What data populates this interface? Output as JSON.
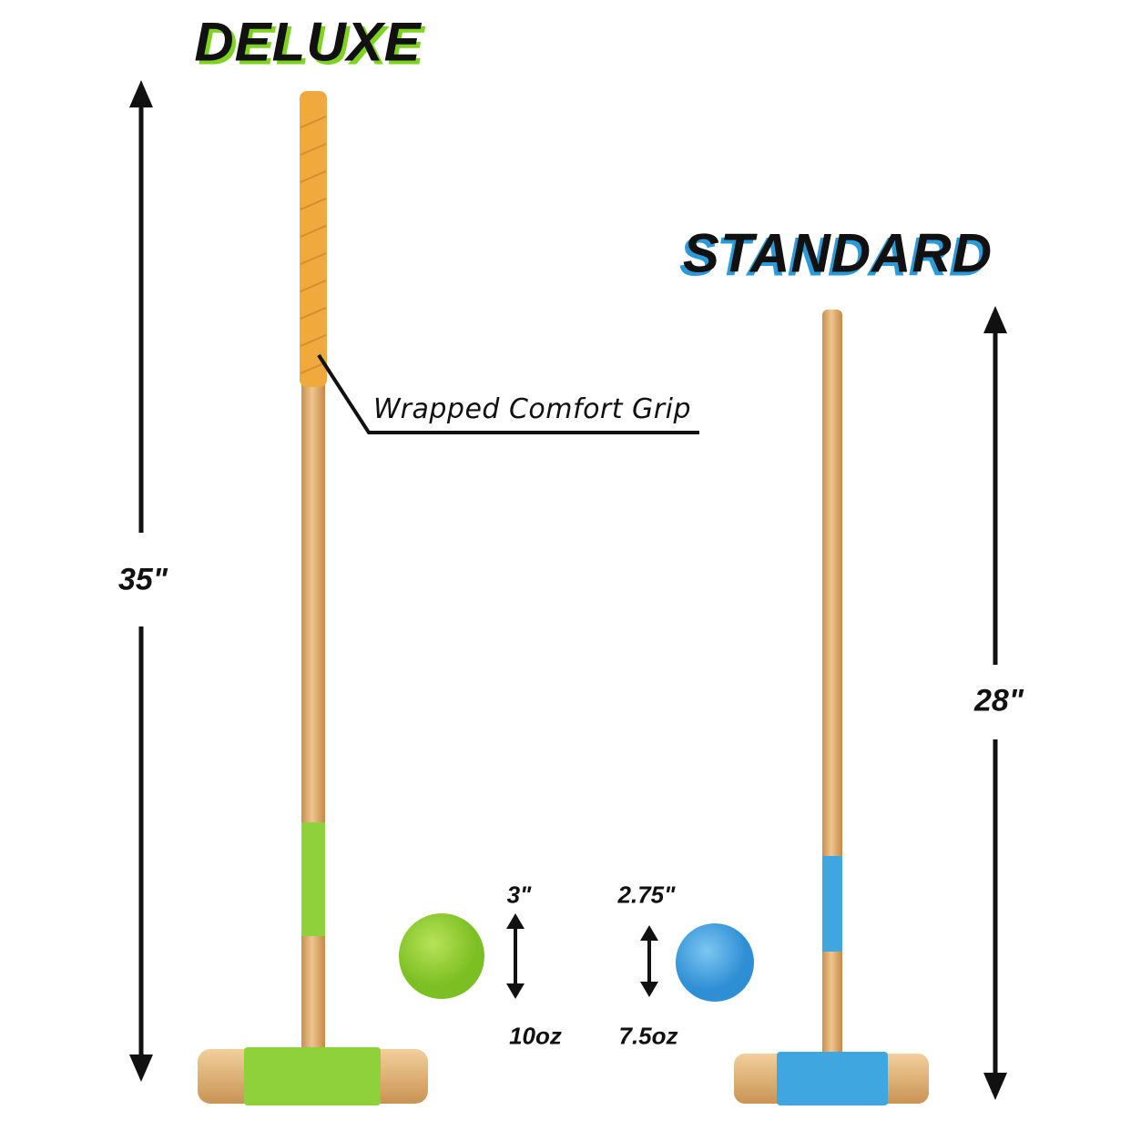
{
  "titles": {
    "deluxe": "DELUXE",
    "standard": "STANDARD"
  },
  "callout": {
    "grip": "Wrapped Comfort Grip"
  },
  "dimensions": {
    "deluxe_length": "35\"",
    "standard_length": "28\"",
    "deluxe_ball_diameter": "3\"",
    "deluxe_ball_weight": "10oz",
    "standard_ball_diameter": "2.75\"",
    "standard_ball_weight": "7.5oz"
  },
  "colors": {
    "deluxe_accent": "#8fd13a",
    "standard_accent": "#3fa6e0",
    "grip": "#f0a93c",
    "wood": "#e2b57a"
  }
}
